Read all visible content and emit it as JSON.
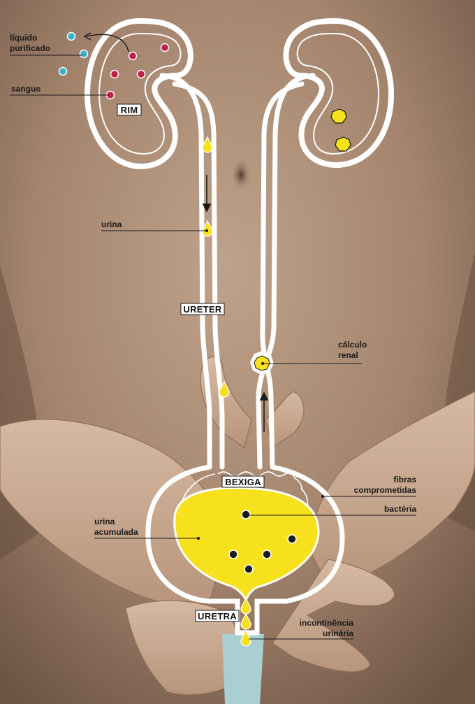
{
  "labels": {
    "liquido_purificado_line1": "líquido",
    "liquido_purificado_line2": "purificado",
    "sangue": "sangue",
    "rim": "RIM",
    "urina": "urina",
    "ureter": "URETER",
    "calculo_line1": "cálculo",
    "calculo_line2": "renal",
    "bexiga": "BEXIGA",
    "fibras_line1": "fibras",
    "fibras_line2": "comprometidas",
    "bacteria": "bactéria",
    "urina_acumulada_line1": "urina",
    "urina_acumulada_line2": "acumulada",
    "uretra": "URETRA",
    "incontinencia_line1": "incontinência",
    "incontinencia_line2": "urinária"
  },
  "colors": {
    "skin_light": "#b89a84",
    "skin_dark": "#6e5546",
    "outline": "#ffffff",
    "urine": "#f7e01c",
    "blood_cell": "#c41e4a",
    "purified_cell": "#3ab0c8",
    "bacteria": "#1a1a1a",
    "urethra_tube": "#a9cfd2"
  }
}
